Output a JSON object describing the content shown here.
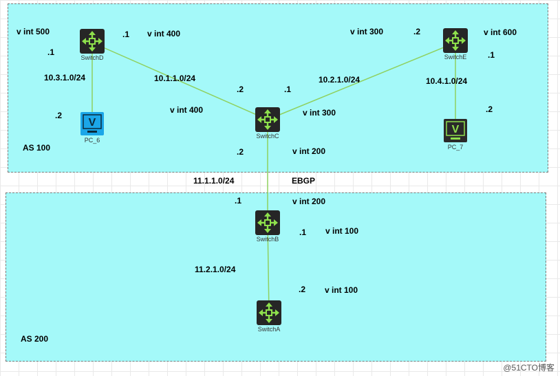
{
  "areas": {
    "as100": "AS 100",
    "as200": "AS 200",
    "ebgp": "EBGP"
  },
  "devices": {
    "switchA": "SwitchA",
    "switchB": "SwitchB",
    "switchC": "SwitchC",
    "switchD": "SwitchD",
    "switchE": "SwitchE",
    "pc6": "PC_6",
    "pc7": "PC_7"
  },
  "pc_screen_glyph": "V",
  "networks": {
    "net_10_1": "10.1.1.0/24",
    "net_10_2": "10.2.1.0/24",
    "net_10_3": "10.3.1.0/24",
    "net_10_4": "10.4.1.0/24",
    "net_11_1": "11.1.1.0/24",
    "net_11_2": "11.2.1.0/24"
  },
  "interfaces": {
    "d_v500": "v int 500",
    "d_v400": "v int 400",
    "c_v400": "v int 400",
    "c_v300": "v int 300",
    "e_v300": "v int 300",
    "e_v600": "v int 600",
    "c_v200": "v int 200",
    "b_v200": "v int 200",
    "b_v100": "v int 100",
    "a_v100": "v int 100"
  },
  "host_ids": {
    "d_pc6_side": ".1",
    "pc6_host": ".2",
    "d_to_c": ".1",
    "c_to_d": ".2",
    "c_to_e": ".1",
    "e_to_c": ".2",
    "e_pc7_side": ".1",
    "pc7_host": ".2",
    "c_to_b": ".2",
    "b_to_c": ".1",
    "b_to_a": ".1",
    "a_to_b": ".2"
  },
  "colors": {
    "zone_fill": "#a4f9f9",
    "link": "#8fd15f",
    "switch_body": "#262626",
    "switch_arrow": "#8ee04c",
    "pc6_accent": "#1ba6e8",
    "pc7_accent": "#2a2a2a"
  },
  "watermark": "@51CTO博客"
}
